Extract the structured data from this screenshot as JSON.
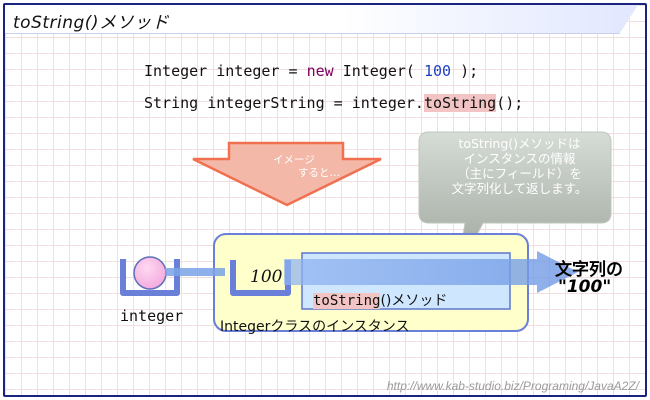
{
  "title": "toString()メソッド",
  "code": {
    "line1": {
      "type1": "Integer",
      "var": "integer",
      "eq": "=",
      "kw": "new",
      "type2": "Integer(",
      "num": "100",
      "end": ");"
    },
    "line2": {
      "type": "String",
      "var": "integerString",
      "eq": "=",
      "obj": "integer.",
      "method": "toString",
      "end": "();"
    }
  },
  "arrow_label": {
    "line1": "イメージ",
    "line2": "すると…"
  },
  "callout": {
    "lines": [
      "toString()メソッドは",
      "インスタンスの情報",
      "（主にフィールド）を",
      "文字列化して返します。"
    ]
  },
  "diagram": {
    "variable_label": "integer",
    "value": "100",
    "method_name": "toString",
    "method_suffix": "()メソッド",
    "instance_label": "Integerクラスのインスタンス",
    "result_line1": "文字列の",
    "result_line2": "\"100\""
  },
  "footer_url": "http://www.kab-studio.biz/Programing/JavaA2Z/",
  "colors": {
    "frame_border": "#1a237e",
    "instance_box_fill": "#ffffcc",
    "instance_box_border": "#6a7fd8",
    "arrow_blue": "#7aa3e8",
    "highlight_pink": "#f2c4c4",
    "big_arrow_fill": "#f4b8a8",
    "big_arrow_stroke": "#f07050"
  }
}
